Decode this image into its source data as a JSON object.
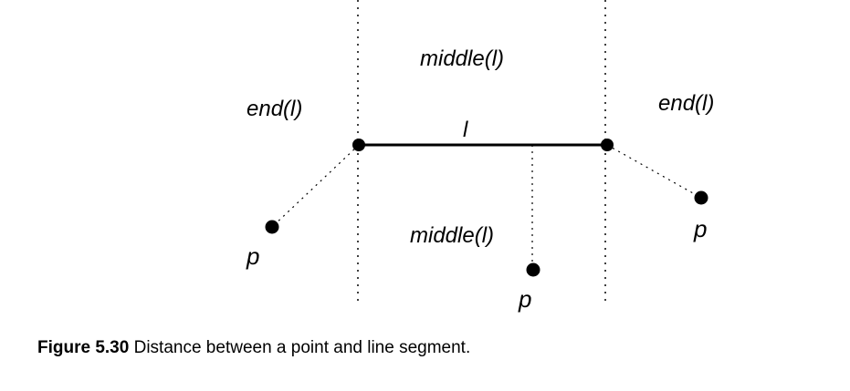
{
  "diagram": {
    "labels": {
      "middle_top": "middle(l)",
      "middle_bottom": "middle(l)",
      "end_left": "end(l)",
      "end_right": "end(l)",
      "segment": "l",
      "point_left": "p",
      "point_middle": "p",
      "point_right": "p"
    }
  },
  "caption": {
    "number": "Figure 5.30",
    "text": "Distance between a point and line segment."
  }
}
